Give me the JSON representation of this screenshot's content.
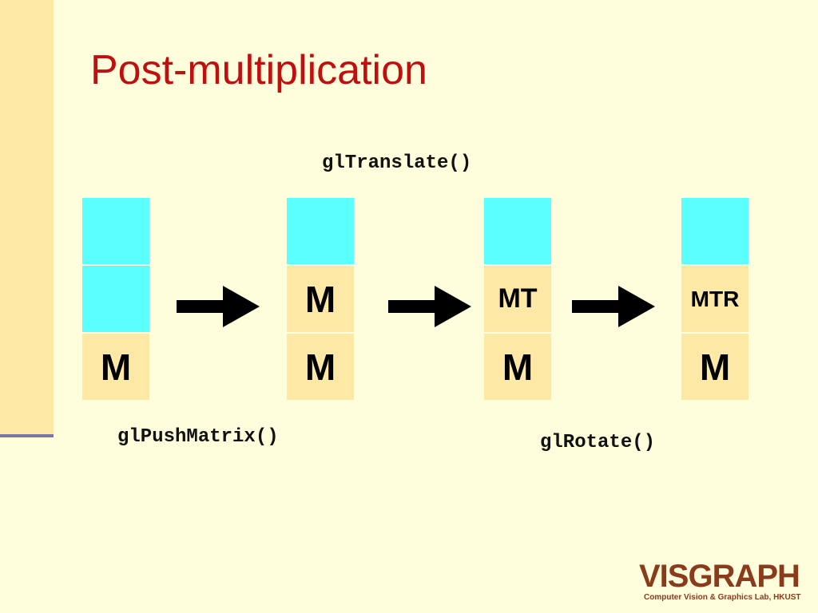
{
  "slide": {
    "title": "Post-multiplication",
    "functions": {
      "push": "glPushMatrix()",
      "translate": "glTranslate()",
      "rotate": "glRotate()"
    },
    "stacks": [
      {
        "cells": [
          "",
          "",
          "M"
        ]
      },
      {
        "cells": [
          "",
          "M",
          "M"
        ]
      },
      {
        "cells": [
          "",
          "MT",
          "M"
        ]
      },
      {
        "cells": [
          "",
          "MTR",
          "M"
        ]
      }
    ],
    "colors": {
      "title": "#bf0f0f",
      "background": "#fffedc",
      "empty_cell": "#5cffff",
      "filled_cell": "#fde8a6",
      "logo": "#8a3b1c"
    }
  },
  "logo": {
    "wordmark": "VISGRAPH",
    "subtitle": "Computer Vision & Graphics Lab, HKUST"
  }
}
